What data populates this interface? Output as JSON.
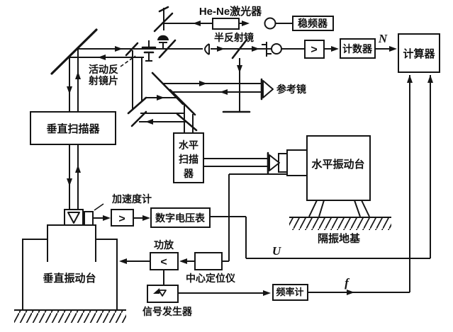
{
  "figure": {
    "background": "#ffffff",
    "line_color": "#151515",
    "labels": {
      "laser": "He-Ne激光器",
      "stabilizer": "稳频器",
      "half_mirror": "半反射镜",
      "shaper_symbol": ">",
      "counter": "计数器",
      "counter_output": "N",
      "computer": "计算器",
      "movable_mirror": [
        "活动反",
        "射镜片"
      ],
      "reference_mirror": "参考镜",
      "vertical_scanner": "垂直扫描器",
      "horizontal_scanner": [
        "水平",
        "扫描",
        "器"
      ],
      "horizontal_shaker": "水平振动台",
      "accelerometer": "加速度计",
      "accel_amp_symbol": ">",
      "voltmeter": "数字电压表",
      "isolated_foundation": "隔振地基",
      "power_amp": "功放",
      "power_amp_symbol": "<",
      "vertical_shaker": "垂直振动台",
      "center_positioner": "中心定位仪",
      "signal_generator": "信号发生器",
      "frequency_meter": "频率计",
      "voltage_signal": "U",
      "frequency_signal": "f"
    }
  }
}
